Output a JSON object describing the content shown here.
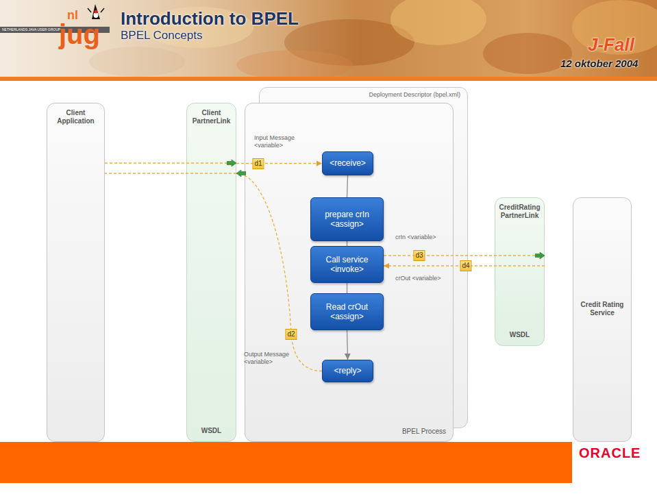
{
  "diagram": {
    "title": "Introduction to BPEL",
    "nodes": [
      {
        "text": [
          "Client Application"
        ]
      },
      {
        "text": [
          "Client PartnerLink",
          "WSDL"
        ]
      },
      {
        "text": [
          "Deployment Descriptor (bpel.xml)"
        ]
      },
      {
        "text": [
          "BPEL Process"
        ]
      },
      {
        "text": [
          "<receive>"
        ],
        "in": 3
      },
      {
        "text": [
          "prepare crIn <assign>"
        ],
        "in": 3
      },
      {
        "text": [
          "Call service <invoke>"
        ],
        "in": 3
      },
      {
        "text": [
          "Read crOut <assign>"
        ],
        "in": 3
      },
      {
        "text": [
          "<reply>"
        ],
        "in": 3
      },
      {
        "text": [
          "CreditRating PartnerLink",
          "WSDL"
        ]
      },
      {
        "text": [
          "Credit Rating Service"
        ]
      }
    ],
    "edges": [
      {
        "from": 0,
        "to": 1,
        "arrow": "to"
      },
      {
        "from": 1,
        "to": 4,
        "label": "d1",
        "arrow": "to"
      },
      {
        "from": 1,
        "to": 0,
        "arrow": "none"
      },
      {
        "from": 8,
        "to": 1,
        "label": "d2",
        "arrow": "to"
      },
      {
        "from": 4,
        "to": 5,
        "arrow": "none"
      },
      {
        "from": 5,
        "to": 6,
        "arrow": "none"
      },
      {
        "from": 6,
        "to": 7,
        "arrow": "none"
      },
      {
        "from": 7,
        "to": 8,
        "arrow": "to"
      },
      {
        "from": 6,
        "to": 9,
        "label": "d3",
        "arrow": "to"
      },
      {
        "from": 9,
        "to": 6,
        "label": "d4",
        "arrow": "to"
      }
    ],
    "labels": [
      "BPEL Concepts",
      "J-Fall",
      "12 oktober 2004",
      "Input Message <variable>",
      "crIn <variable>",
      "crOut <variable>",
      "Output Message <variable>",
      "ORACLE",
      "nl",
      "jug",
      "NETHERLANDS JAVA USER GROUP"
    ]
  }
}
